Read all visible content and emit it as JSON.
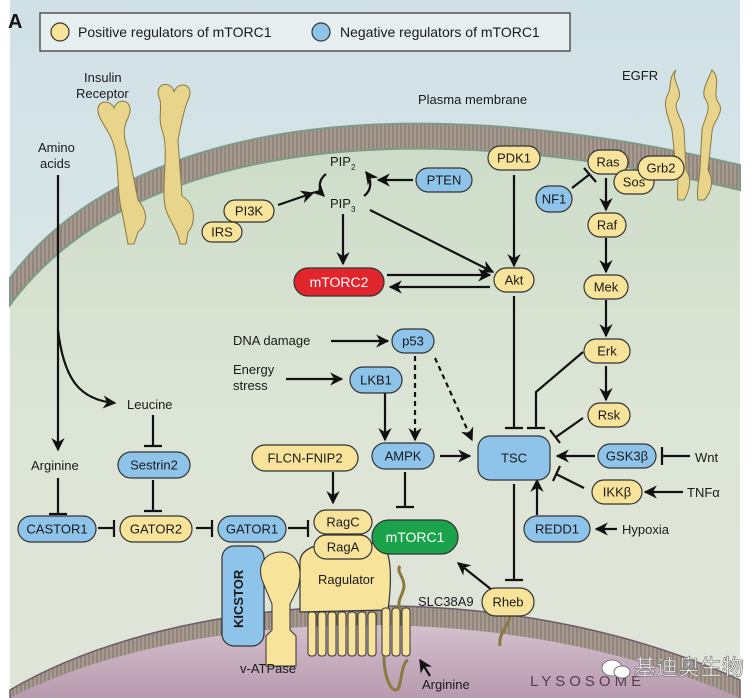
{
  "panel_label": "A",
  "legend": {
    "positive": {
      "label": "Positive regulators of mTORC1",
      "color": "#f7e39a"
    },
    "negative": {
      "label": "Negative regulators of mTORC1",
      "color": "#8ec3ea"
    }
  },
  "colors": {
    "positive": "#f7e39a",
    "negative": "#8ec3ea",
    "mtorc1": "#1aa34a",
    "mtorc2": "#e0262c",
    "outline": "#1a1a1a",
    "cytoplasm": "#dfe6d7",
    "extracellular": "#e3eef0",
    "lysosome": "#c9b1c2",
    "membrane": "#9b8e86"
  },
  "labels": {
    "insulin_receptor_line1": "Insulin",
    "insulin_receptor_line2": "Receptor",
    "egfr": "EGFR",
    "plasma_membrane": "Plasma membrane",
    "amino_acids_line1": "Amino",
    "amino_acids_line2": "acids",
    "pip2": "PIP",
    "pip2_sub": "2",
    "pip3": "PIP",
    "pip3_sub": "3",
    "dna_damage": "DNA damage",
    "energy_stress_line1": "Energy",
    "energy_stress_line2": "stress",
    "leucine": "Leucine",
    "arginine_top": "Arginine",
    "wnt": "Wnt",
    "tnfa": "TNFα",
    "hypoxia": "Hypoxia",
    "kicstor": "KICSTOR",
    "ragulator": "Ragulator",
    "slc38a9": "SLC38A9",
    "v_atpase": "v-ATPase",
    "arginine_bottom": "Arginine",
    "lysosome": "LYSOSOME",
    "watermark": "基迪奥生物"
  },
  "nodes": {
    "pi3k": {
      "label": "PI3K",
      "type": "positive"
    },
    "irs": {
      "label": "IRS",
      "type": "positive"
    },
    "pten": {
      "label": "PTEN",
      "type": "negative"
    },
    "pdk1": {
      "label": "PDK1",
      "type": "positive"
    },
    "ras": {
      "label": "Ras",
      "type": "positive"
    },
    "sos": {
      "label": "Sos",
      "type": "positive"
    },
    "grb2": {
      "label": "Grb2",
      "type": "positive"
    },
    "nf1": {
      "label": "NF1",
      "type": "negative"
    },
    "raf": {
      "label": "Raf",
      "type": "positive"
    },
    "mek": {
      "label": "Mek",
      "type": "positive"
    },
    "erk": {
      "label": "Erk",
      "type": "positive"
    },
    "rsk": {
      "label": "Rsk",
      "type": "positive"
    },
    "mtorc2": {
      "label": "mTORC2",
      "type": "mtorc2"
    },
    "akt": {
      "label": "Akt",
      "type": "positive"
    },
    "p53": {
      "label": "p53",
      "type": "negative"
    },
    "lkb1": {
      "label": "LKB1",
      "type": "negative"
    },
    "ampk": {
      "label": "AMPK",
      "type": "negative"
    },
    "tsc": {
      "label": "TSC",
      "type": "negative"
    },
    "gsk3b": {
      "label": "GSK3β",
      "type": "negative"
    },
    "ikkb": {
      "label": "IKKβ",
      "type": "positive"
    },
    "redd1": {
      "label": "REDD1",
      "type": "negative"
    },
    "sestrin2": {
      "label": "Sestrin2",
      "type": "negative"
    },
    "castor1": {
      "label": "CASTOR1",
      "type": "negative"
    },
    "gator2": {
      "label": "GATOR2",
      "type": "positive"
    },
    "gator1": {
      "label": "GATOR1",
      "type": "negative"
    },
    "flcn": {
      "label": "FLCN-FNIP2",
      "type": "positive"
    },
    "ragc": {
      "label": "RagC",
      "type": "positive"
    },
    "raga": {
      "label": "RagA",
      "type": "positive"
    },
    "mtorc1": {
      "label": "mTORC1",
      "type": "mtorc1"
    },
    "rheb": {
      "label": "Rheb",
      "type": "positive"
    }
  },
  "edges": [
    {
      "from": "pi3k",
      "to": "pip3",
      "kind": "activate"
    },
    {
      "from": "pten",
      "to": "pip2_cycle",
      "kind": "activate"
    },
    {
      "from": "pip3",
      "to": "mtorc2",
      "kind": "activate"
    },
    {
      "from": "pip3",
      "to": "akt",
      "kind": "activate"
    },
    {
      "from": "pdk1",
      "to": "akt",
      "kind": "activate"
    },
    {
      "from": "mtorc2",
      "to": "akt",
      "kind": "activate"
    },
    {
      "from": "akt",
      "to": "mtorc2",
      "kind": "activate"
    },
    {
      "from": "nf1",
      "to": "ras",
      "kind": "inhibit"
    },
    {
      "from": "ras",
      "to": "raf",
      "kind": "activate"
    },
    {
      "from": "raf",
      "to": "mek",
      "kind": "activate"
    },
    {
      "from": "mek",
      "to": "erk",
      "kind": "activate"
    },
    {
      "from": "erk",
      "to": "rsk",
      "kind": "activate"
    },
    {
      "from": "akt",
      "to": "tsc",
      "kind": "inhibit"
    },
    {
      "from": "erk",
      "to": "tsc",
      "kind": "inhibit"
    },
    {
      "from": "rsk",
      "to": "tsc",
      "kind": "inhibit"
    },
    {
      "from": "gsk3b",
      "to": "tsc",
      "kind": "activate"
    },
    {
      "from": "wnt",
      "to": "gsk3b",
      "kind": "inhibit"
    },
    {
      "from": "ikkb",
      "to": "tsc",
      "kind": "inhibit"
    },
    {
      "from": "tnfa",
      "to": "ikkb",
      "kind": "activate"
    },
    {
      "from": "redd1",
      "to": "tsc",
      "kind": "activate"
    },
    {
      "from": "hypoxia",
      "to": "redd1",
      "kind": "activate"
    },
    {
      "from": "dna_damage",
      "to": "p53",
      "kind": "activate"
    },
    {
      "from": "p53",
      "to": "ampk",
      "kind": "activate-dashed"
    },
    {
      "from": "p53",
      "to": "tsc",
      "kind": "activate-dashed"
    },
    {
      "from": "energy_stress",
      "to": "lkb1",
      "kind": "activate"
    },
    {
      "from": "lkb1",
      "to": "ampk",
      "kind": "activate"
    },
    {
      "from": "ampk",
      "to": "tsc",
      "kind": "activate"
    },
    {
      "from": "ampk",
      "to": "mtorc1",
      "kind": "inhibit"
    },
    {
      "from": "tsc",
      "to": "rheb",
      "kind": "inhibit"
    },
    {
      "from": "rheb",
      "to": "mtorc1",
      "kind": "activate"
    },
    {
      "from": "amino_acids",
      "to": "arginine",
      "kind": "activate"
    },
    {
      "from": "amino_acids",
      "to": "leucine",
      "kind": "activate"
    },
    {
      "from": "arginine",
      "to": "castor1",
      "kind": "inhibit"
    },
    {
      "from": "leucine",
      "to": "sestrin2",
      "kind": "inhibit"
    },
    {
      "from": "sestrin2",
      "to": "gator2",
      "kind": "inhibit"
    },
    {
      "from": "castor1",
      "to": "gator2",
      "kind": "inhibit"
    },
    {
      "from": "gator2",
      "to": "gator1",
      "kind": "inhibit"
    },
    {
      "from": "gator1",
      "to": "ragc",
      "kind": "inhibit"
    },
    {
      "from": "flcn",
      "to": "ragc",
      "kind": "activate"
    },
    {
      "from": "arginine_lyso",
      "to": "slc38a9",
      "kind": "activate"
    }
  ]
}
